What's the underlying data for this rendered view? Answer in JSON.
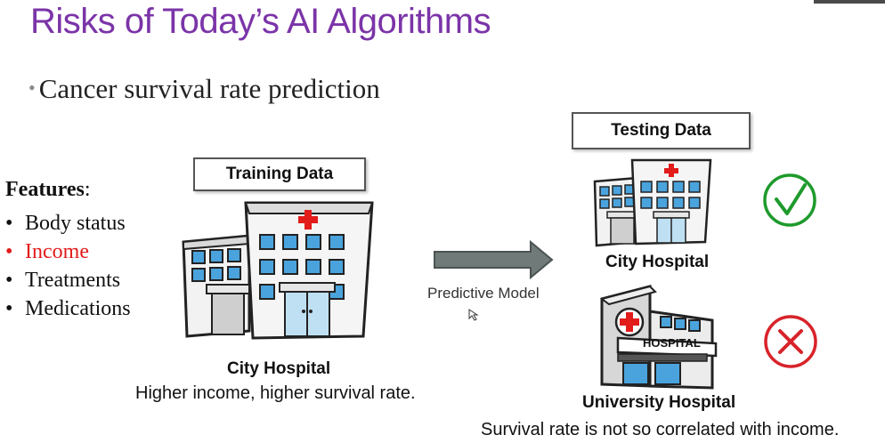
{
  "slide": {
    "title": "Risks of Today’s AI Algorithms",
    "bullet": "Cancer survival rate prediction",
    "features": {
      "heading": "Features",
      "heading_suffix": ":",
      "items": [
        {
          "label": "Body status",
          "color": "#111111"
        },
        {
          "label": "Income",
          "color": "#e21b1b"
        },
        {
          "label": "Treatments",
          "color": "#111111"
        },
        {
          "label": "Medications",
          "color": "#111111"
        }
      ]
    },
    "training": {
      "box_label": "Training Data",
      "hospital_name": "City Hospital",
      "description": "Higher income, higher survival rate."
    },
    "model_label": "Predictive Model",
    "testing": {
      "box_label": "Testing Data",
      "hospital1_name": "City Hospital",
      "hospital2_name": "University Hospital",
      "hospital2_sign": "HOSPITAL",
      "description": "Survival rate is not so correlated with income."
    },
    "colors": {
      "title": "#7b34a8",
      "check": "#1e9a2c",
      "cross": "#d8232a",
      "red_cross": "#e21b1b",
      "window_blue": "#4aa3dc"
    }
  }
}
